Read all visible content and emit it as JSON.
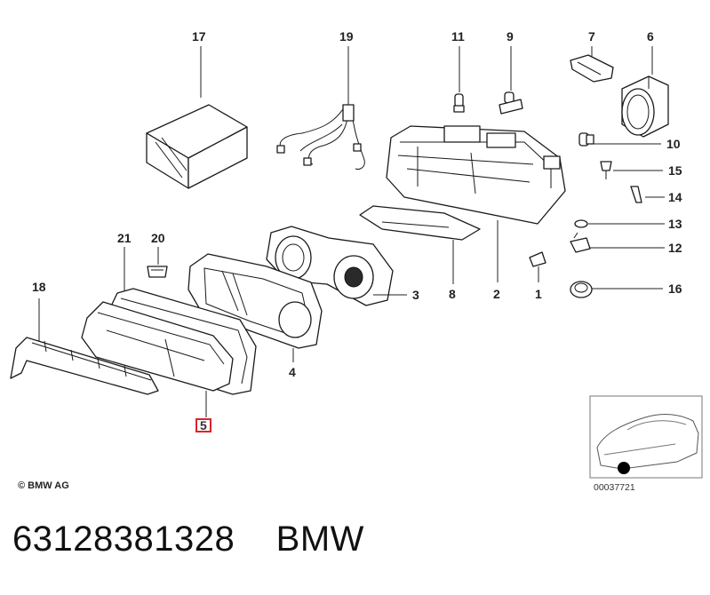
{
  "callouts": [
    {
      "id": "c17",
      "label": "17"
    },
    {
      "id": "c19",
      "label": "19"
    },
    {
      "id": "c11",
      "label": "11"
    },
    {
      "id": "c9",
      "label": "9"
    },
    {
      "id": "c7",
      "label": "7"
    },
    {
      "id": "c6",
      "label": "6"
    },
    {
      "id": "c10",
      "label": "10"
    },
    {
      "id": "c15",
      "label": "15"
    },
    {
      "id": "c14",
      "label": "14"
    },
    {
      "id": "c13",
      "label": "13"
    },
    {
      "id": "c12",
      "label": "12"
    },
    {
      "id": "c16",
      "label": "16"
    },
    {
      "id": "c21",
      "label": "21"
    },
    {
      "id": "c20",
      "label": "20"
    },
    {
      "id": "c18",
      "label": "18"
    },
    {
      "id": "c3",
      "label": "3"
    },
    {
      "id": "c8",
      "label": "8"
    },
    {
      "id": "c2",
      "label": "2"
    },
    {
      "id": "c1",
      "label": "1"
    },
    {
      "id": "c4",
      "label": "4"
    },
    {
      "id": "c5",
      "label": "5"
    }
  ],
  "highlighted_callout": "5",
  "copyright": "© BMW AG",
  "diagram_id": "00037721",
  "caption": "63128381328    BMW",
  "colors": {
    "highlight": "#d9252b",
    "ink": "#1a1a1a"
  }
}
